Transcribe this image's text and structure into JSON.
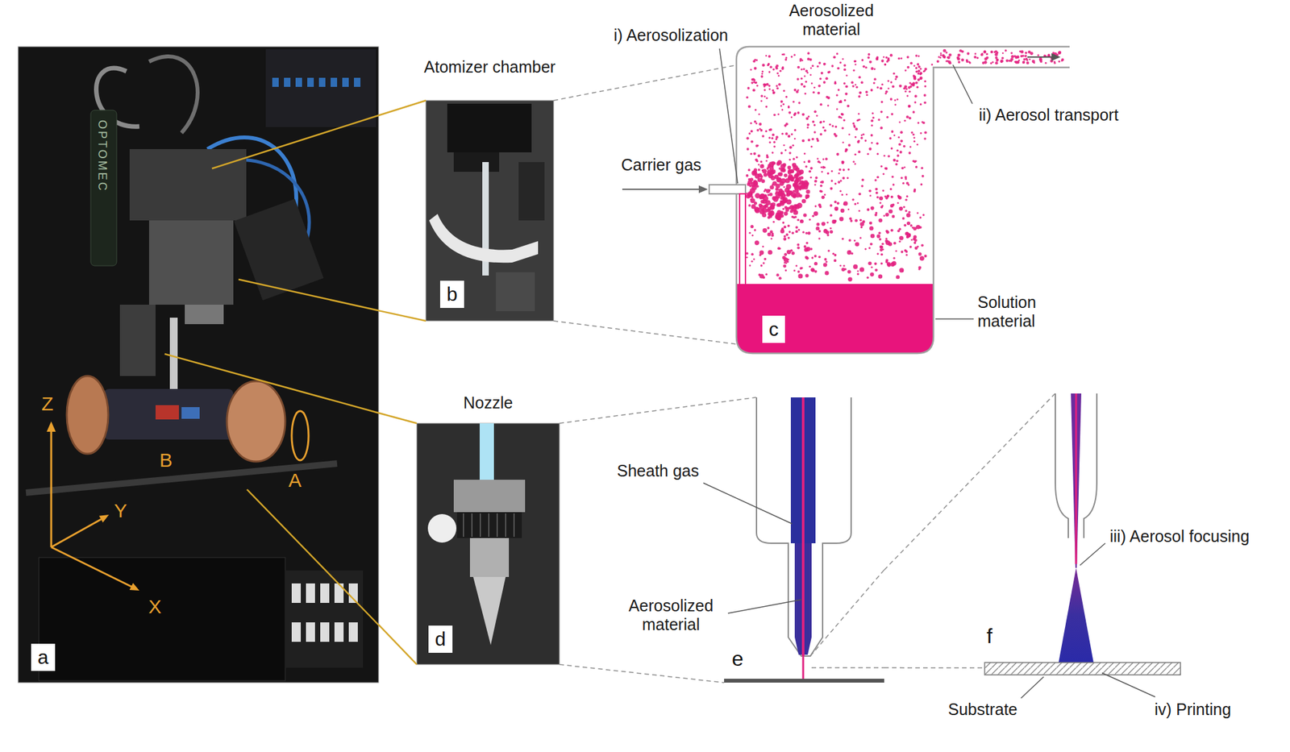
{
  "diagram": {
    "nodes": [
      {
        "text": [
          "a"
        ]
      },
      {
        "text": [
          "Atomizer chamber",
          "b"
        ]
      },
      {
        "text": [
          "c"
        ]
      },
      {
        "text": [
          "Nozzle",
          "d"
        ]
      },
      {
        "text": [
          "e"
        ]
      },
      {
        "text": [
          "f"
        ]
      }
    ],
    "edges": [
      {
        "from": 0,
        "to": 1,
        "arrow": "none"
      },
      {
        "from": 0,
        "to": 3,
        "arrow": "none"
      },
      {
        "from": 1,
        "to": 2,
        "arrow": "none"
      },
      {
        "from": 3,
        "to": 4,
        "arrow": "none"
      },
      {
        "from": 4,
        "to": 5,
        "arrow": "none"
      }
    ],
    "labels": [
      "Aerosolized material",
      "i) Aerosolization",
      "ii) Aerosol transport",
      "Carrier gas",
      "Solution material",
      "Sheath gas",
      "Aerosolized material",
      "iii) Aerosol focusing",
      "Substrate",
      "iv) Printing",
      "OPTOMEC",
      "Z",
      "Y",
      "X",
      "B",
      "A"
    ]
  }
}
